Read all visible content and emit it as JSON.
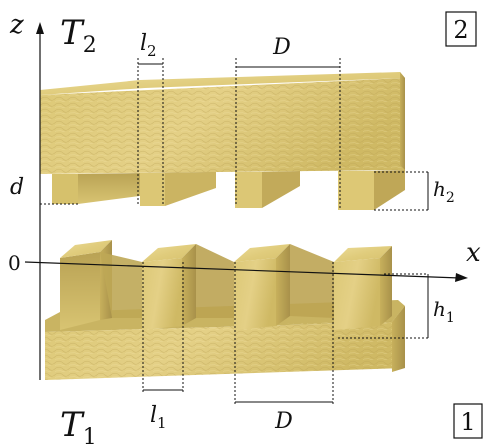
{
  "axes": {
    "z_label": "z",
    "x_label": "x",
    "zero_label": "0",
    "d_label": "d"
  },
  "plates": {
    "upper": {
      "temperature_label": "T",
      "temperature_sub": "2",
      "panel_number": "2",
      "width_label": "l",
      "width_sub": "2",
      "period_label": "D",
      "height_label": "h",
      "height_sub": "2"
    },
    "lower": {
      "temperature_label": "T",
      "temperature_sub": "1",
      "panel_number": "1",
      "width_label": "l",
      "width_sub": "1",
      "period_label": "D",
      "height_label": "h",
      "height_sub": "1"
    }
  },
  "colors": {
    "material_light": "#e6d489",
    "material_mid": "#d2bd68",
    "material_dark": "#a8914a",
    "text": "#111111"
  }
}
